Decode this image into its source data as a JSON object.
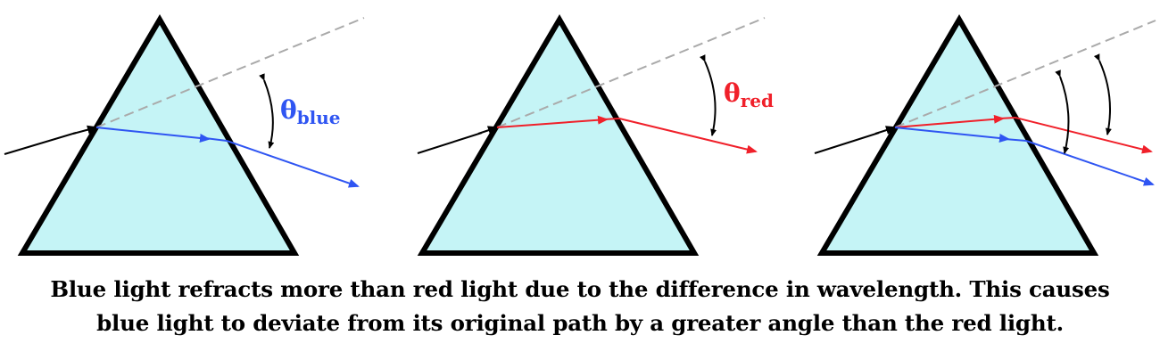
{
  "panels": [
    {
      "name": "blue-prism",
      "angle_symbol": "θ",
      "angle_subscript": "blue",
      "label_color": "#2F55F2"
    },
    {
      "name": "red-prism",
      "angle_symbol": "θ",
      "angle_subscript": "red",
      "label_color": "#F0202A"
    },
    {
      "name": "combined-prism"
    }
  ],
  "colors": {
    "prism_fill": "#C5F4F6",
    "prism_outline": "#000000",
    "blue_ray": "#2F55F2",
    "red_ray": "#F0202A",
    "incident_ray": "#000000",
    "reference_line": "#AAAAAA"
  },
  "caption": {
    "line1": "Blue light refracts more than red light due to the difference in wavelength. This causes",
    "line2": "blue light to deviate from its original path by a greater angle than the red light."
  }
}
